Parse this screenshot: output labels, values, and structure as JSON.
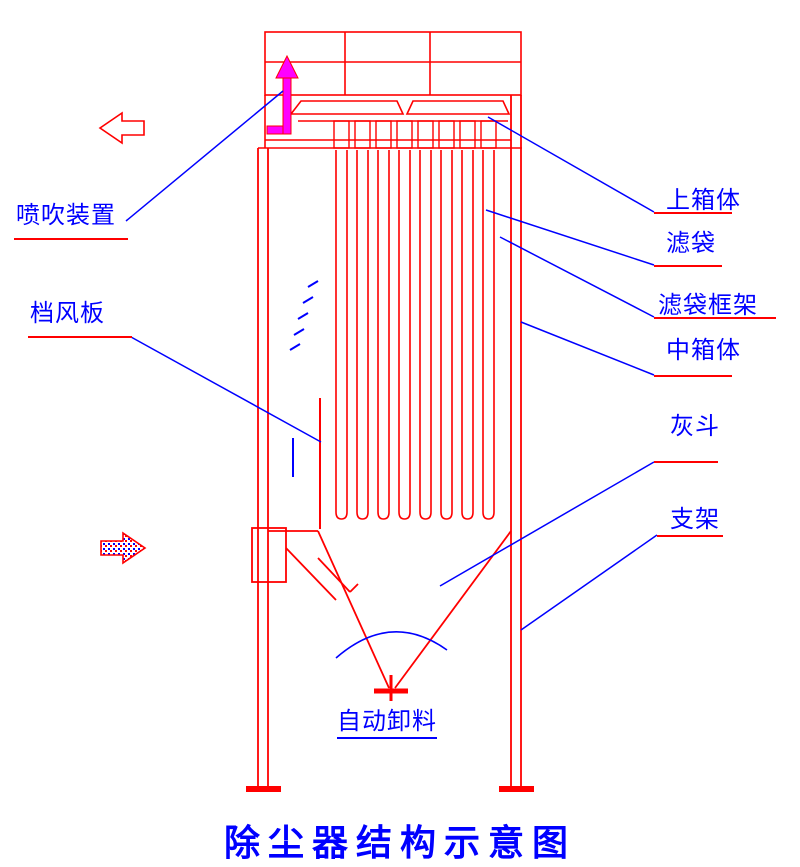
{
  "title": "除尘器结构示意图",
  "labels": {
    "blowing_device": "喷吹装置",
    "wind_baffle": "档风板",
    "upper_box": "上箱体",
    "filter_bag": "滤袋",
    "filter_bag_frame": "滤袋框架",
    "middle_box": "中箱体",
    "ash_hopper": "灰斗",
    "support": "支架",
    "auto_discharge": "自动卸料"
  },
  "colors": {
    "drawing_red": "#ff0000",
    "pipe_magenta": "#ff00ff",
    "label_blue": "#0000ff"
  }
}
